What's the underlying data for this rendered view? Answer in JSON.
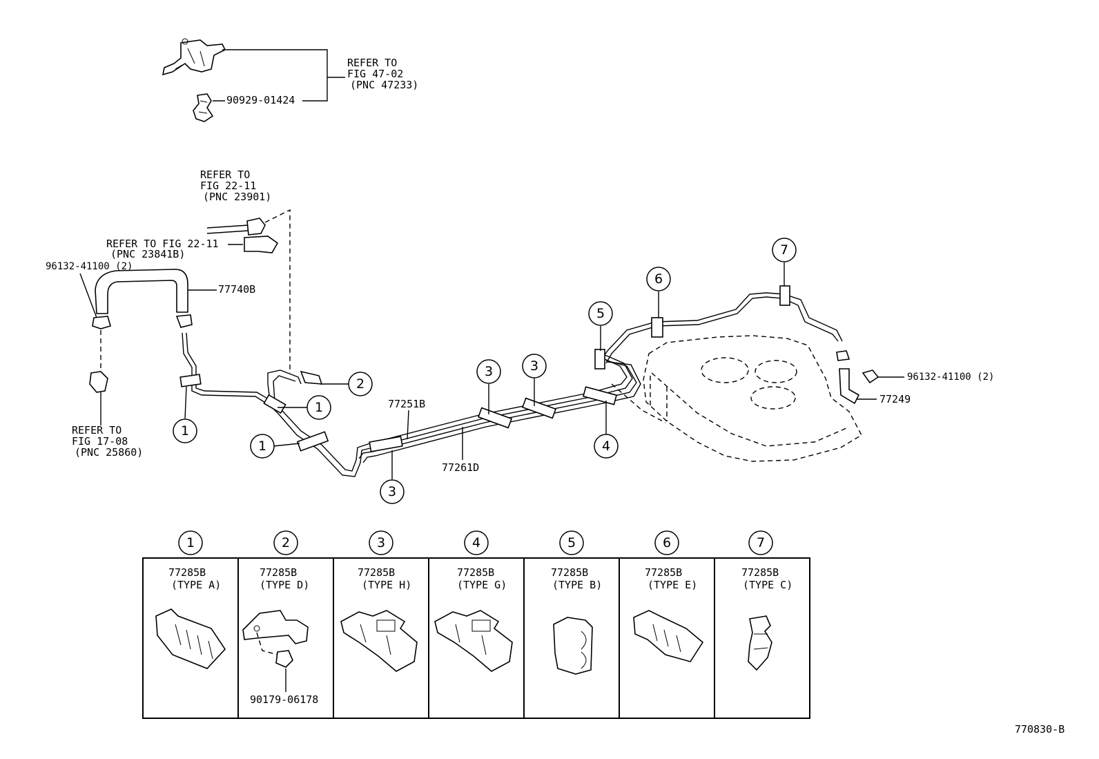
{
  "figure_id": "770830-B",
  "top_group": {
    "refer_lines": [
      "REFER TO",
      "FIG 47-02",
      "(PNC 47233)"
    ],
    "part": "90929-01424"
  },
  "left_group": {
    "refer_fig22_a": [
      "REFER TO",
      "FIG 22-11",
      "(PNC 23901)"
    ],
    "refer_fig22_b": [
      "REFER TO FIG 22-11",
      "(PNC 23841B)"
    ],
    "clamp_left": "96132-41100 (2)",
    "hose": "77740B",
    "refer_fig17": [
      "REFER TO",
      "FIG 17-08",
      "(PNC 25860)"
    ]
  },
  "main_lines": {
    "upper_tube": "77251B",
    "lower_tube": "77261D"
  },
  "right_group": {
    "clamp_right": "96132-41100 (2)",
    "hose": "77249"
  },
  "callouts": [
    "1",
    "2",
    "3",
    "4",
    "5",
    "6",
    "7"
  ],
  "legend": [
    {
      "num": "1",
      "part": "77285B",
      "type": "(TYPE A)"
    },
    {
      "num": "2",
      "part": "77285B",
      "type": "(TYPE D)",
      "extra": "90179-06178"
    },
    {
      "num": "3",
      "part": "77285B",
      "type": "(TYPE H)"
    },
    {
      "num": "4",
      "part": "77285B",
      "type": "(TYPE G)"
    },
    {
      "num": "5",
      "part": "77285B",
      "type": "(TYPE B)"
    },
    {
      "num": "6",
      "part": "77285B",
      "type": "(TYPE E)"
    },
    {
      "num": "7",
      "part": "77285B",
      "type": "(TYPE C)"
    }
  ]
}
